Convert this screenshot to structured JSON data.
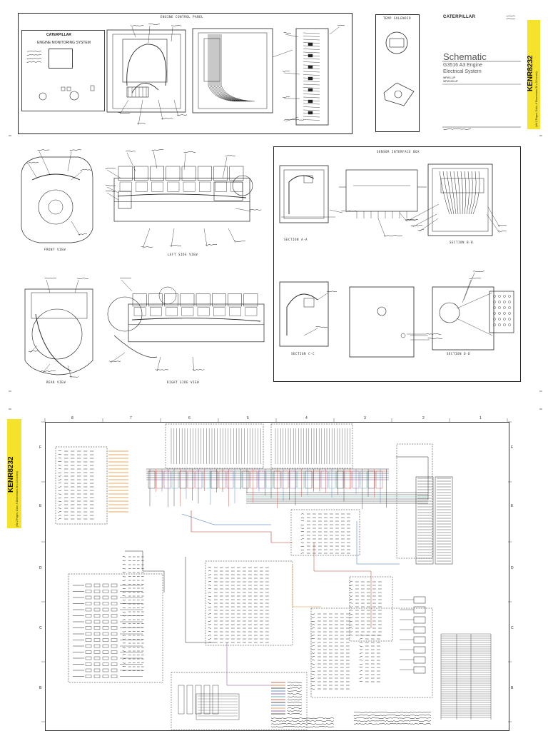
{
  "title_block": {
    "brand": "CATERPILLAR",
    "doc_title": "Schematic",
    "subtitle_line1": "G3516 A3 Engine",
    "subtitle_line2": "Electrical System",
    "serial_line1": "WPW1-UP",
    "serial_line2": "WPW100-UP",
    "doc_number": "KENR8232",
    "page_info": "(Vol 2 Pages, Color, 6 Dimensions 36 x 24 inches)"
  },
  "sections": {
    "engine_control_panel": "ENGINE CONTROL PANEL",
    "temp_sensor": "TEMP SOLENOID",
    "sensor_interface": "SENSOR INTERFACE BOX",
    "front_view": "FRONT VIEW",
    "left_side_view": "LEFT SIDE VIEW",
    "rear_view": "REAR VIEW",
    "right_side_view": "RIGHT SIDE VIEW",
    "section_aa": "SECTION A-A",
    "section_bb": "SECTION B-B",
    "section_cc": "SECTION C-C",
    "section_dd": "SECTION D-D"
  },
  "panel": {
    "brand": "CATERPILLAR",
    "system_name": "ENGINE MONITORING SYSTEM"
  },
  "grid": {
    "columns": [
      "8",
      "7",
      "6",
      "5",
      "4",
      "3",
      "2",
      "1"
    ],
    "rows": [
      "F",
      "E",
      "D",
      "C",
      "B"
    ]
  },
  "colors": {
    "accent_yellow": "#f5e22a",
    "wire_red": "#c0392b",
    "wire_blue": "#2e6db4",
    "wire_orange": "#e08a2a",
    "wire_purple": "#7a3d99",
    "wire_teal": "#2aa198",
    "ink": "#222222"
  }
}
